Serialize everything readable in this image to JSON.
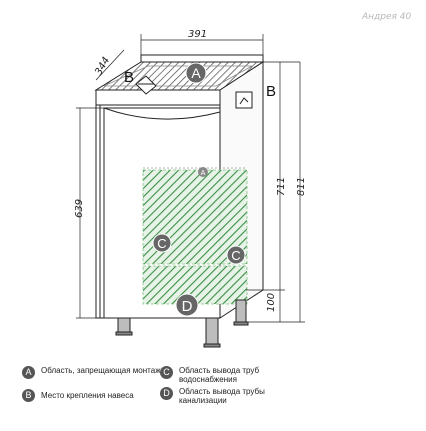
{
  "model_label": "Андрея 40",
  "dimensions": {
    "width": "391",
    "depth": "344",
    "height_body": "711",
    "height_total": "811",
    "height_door": "639",
    "height_legs": "100"
  },
  "markers": {
    "a": "A",
    "b": "B",
    "c": "C",
    "d": "D"
  },
  "legend": [
    {
      "letter": "A",
      "text": "Область, запрещающая монтаж"
    },
    {
      "letter": "B",
      "text": "Место крепления навеса"
    },
    {
      "letter": "C",
      "text": "Область вывода труб водоснабжения"
    },
    {
      "letter": "D",
      "text": "Область вывода трубы канализации"
    }
  ],
  "colors": {
    "hatch": "#2f8a3d",
    "hatch_light": "#cfe9cf",
    "marker": "#555555",
    "line": "#222222"
  }
}
